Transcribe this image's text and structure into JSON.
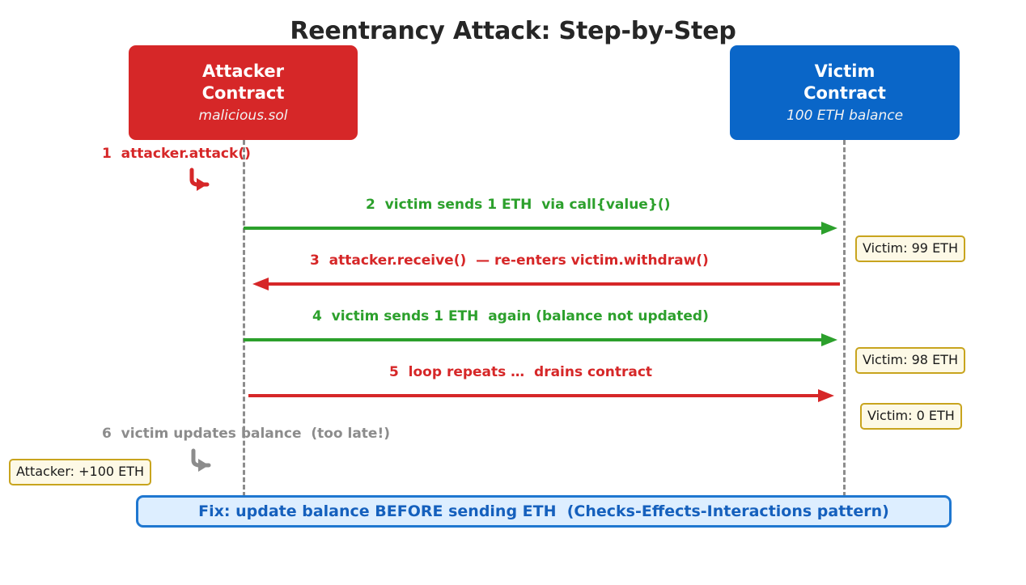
{
  "title": "Reentrancy Attack: Step-by-Step",
  "colors": {
    "attacker": "#d62728",
    "victim": "#0a66c8",
    "green_message": "#2ca02c",
    "red_message": "#d62728",
    "gray_message": "#8c8c8c",
    "note_fill": "#fdf9e6",
    "note_border": "#c8a41e",
    "fix_fill": "#ddeeff",
    "fix_border": "#1f77d0",
    "fix_text": "#1560bd",
    "lifeline": "#8c8c8c",
    "title_text": "#262626"
  },
  "actors": [
    {
      "id": "attacker",
      "title": "Attacker\nContract",
      "subtitle": "malicious.sol",
      "color": "#d62728"
    },
    {
      "id": "victim",
      "title": "Victim\nContract",
      "subtitle": "100 ETH balance",
      "color": "#0a66c8"
    }
  ],
  "messages": [
    {
      "step": "1",
      "label": "1  attacker.attack()",
      "color": "#d62728",
      "kind": "self-call",
      "from": "attacker",
      "to": "attacker"
    },
    {
      "step": "2",
      "label": "2  victim sends 1 ETH  via call{value}()",
      "color": "#2ca02c",
      "kind": "arrow",
      "direction": "right",
      "from": "attacker",
      "to": "victim"
    },
    {
      "step": "3",
      "label": "3  attacker.receive()  — re-enters victim.withdraw()",
      "color": "#d62728",
      "kind": "arrow",
      "direction": "left",
      "from": "victim",
      "to": "attacker"
    },
    {
      "step": "4",
      "label": "4  victim sends 1 ETH  again (balance not updated)",
      "color": "#2ca02c",
      "kind": "arrow",
      "direction": "right",
      "from": "attacker",
      "to": "victim"
    },
    {
      "step": "5",
      "label": "5  loop repeats …  drains contract",
      "color": "#d62728",
      "kind": "arrow",
      "direction": "right",
      "from": "attacker",
      "to": "victim"
    },
    {
      "step": "6",
      "label": "6  victim updates balance  (too late!)",
      "color": "#8c8c8c",
      "kind": "self-call",
      "from": "attacker",
      "to": "attacker"
    }
  ],
  "notes": [
    {
      "id": "victim-99",
      "text": "Victim: 99 ETH",
      "after_step": "2"
    },
    {
      "id": "victim-98",
      "text": "Victim: 98 ETH",
      "after_step": "4"
    },
    {
      "id": "victim-0",
      "text": "Victim: 0 ETH",
      "after_step": "5"
    },
    {
      "id": "attacker-gain",
      "text": "Attacker: +100 ETH",
      "after_step": "6"
    }
  ],
  "fix_banner": {
    "text": "Fix: update balance BEFORE sending ETH  (Checks-Effects-Interactions pattern)"
  }
}
